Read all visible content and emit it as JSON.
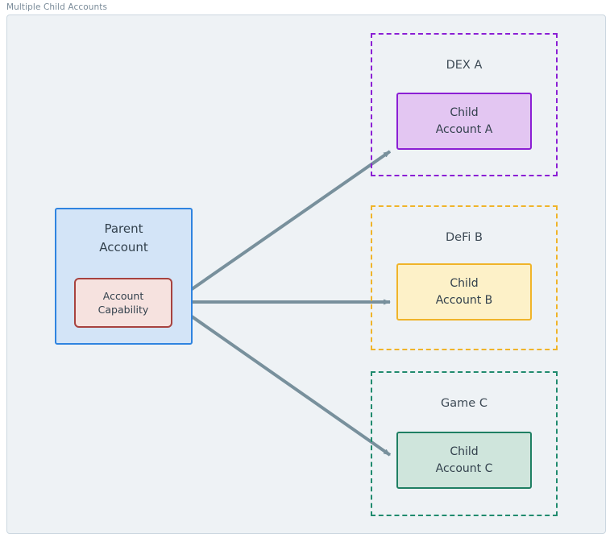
{
  "diagram": {
    "title": "Multiple Child Accounts",
    "frame": {
      "background_color": "#eef2f5",
      "border_color": "#ccd7e0"
    },
    "parent": {
      "label": "Parent\nAccount",
      "fill_color": "#d3e4f7",
      "border_color": "#2f84e0",
      "capability": {
        "label": "Account\nCapability",
        "fill_color": "#f6e2df",
        "border_color": "#a7423f"
      }
    },
    "groups": [
      {
        "name": "DEX A",
        "border_color": "#8B1FD4",
        "border_style": "dashed",
        "child": {
          "label": "Child\nAccount A",
          "fill_color": "#e3c6f2",
          "border_color": "#8B1FD4"
        }
      },
      {
        "name": "DeFi B",
        "border_color": "#F0B429",
        "border_style": "dashed",
        "child": {
          "label": "Child\nAccount B",
          "fill_color": "#fdf1c8",
          "border_color": "#F0B429"
        }
      },
      {
        "name": "Game C",
        "border_color": "#208B6E",
        "border_style": "dashed",
        "child": {
          "label": "Child\nAccount C",
          "fill_color": "#cfe5dc",
          "border_color": "#1F7F63"
        }
      }
    ],
    "connections": {
      "color": "#78909c",
      "edges": [
        {
          "from": "Account Capability",
          "to": "Child Account A"
        },
        {
          "from": "Account Capability",
          "to": "Child Account B"
        },
        {
          "from": "Account Capability",
          "to": "Child Account C"
        }
      ]
    }
  }
}
